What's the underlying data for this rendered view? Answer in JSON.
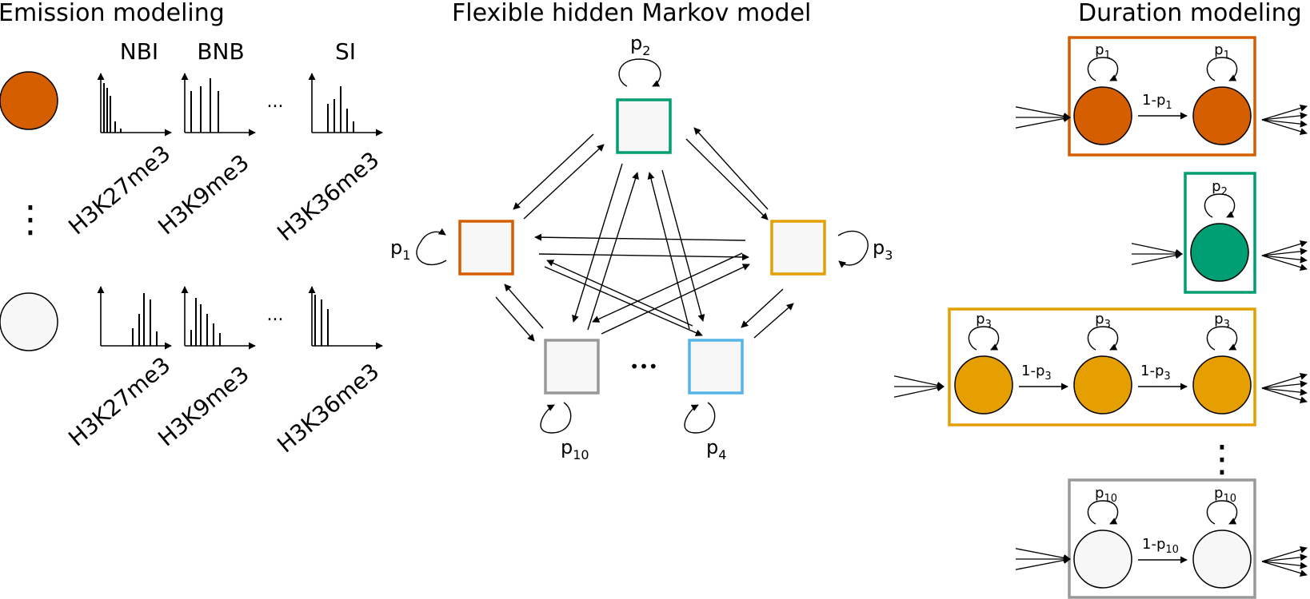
{
  "titles": {
    "emission": "Emission modeling",
    "hmm": "Flexible hidden Markov model",
    "duration": "Duration modeling"
  },
  "colors": {
    "orange": "#D55E00",
    "green": "#009E73",
    "yellow": "#E69F00",
    "gray": "#999999",
    "blue": "#56B4E9",
    "fill_light": "#F7F7F7"
  },
  "emission": {
    "columns": [
      "NBI",
      "BNB",
      "SI"
    ],
    "marks": [
      "H3K27me3",
      "H3K9me3",
      "H3K36me3"
    ],
    "ellipsis": "...",
    "vdots": "⋮"
  },
  "hmm": {
    "p1": "p",
    "p1_sub": "1",
    "p2": "p",
    "p2_sub": "2",
    "p3": "p",
    "p3_sub": "3",
    "p4": "p",
    "p4_sub": "4",
    "p10": "p",
    "p10_sub": "10",
    "dots": "•••"
  },
  "duration": {
    "p": "p",
    "one_minus": "1-p",
    "sub1": "1",
    "sub2": "2",
    "sub3": "3",
    "sub10": "10",
    "vdots": "⋮"
  }
}
